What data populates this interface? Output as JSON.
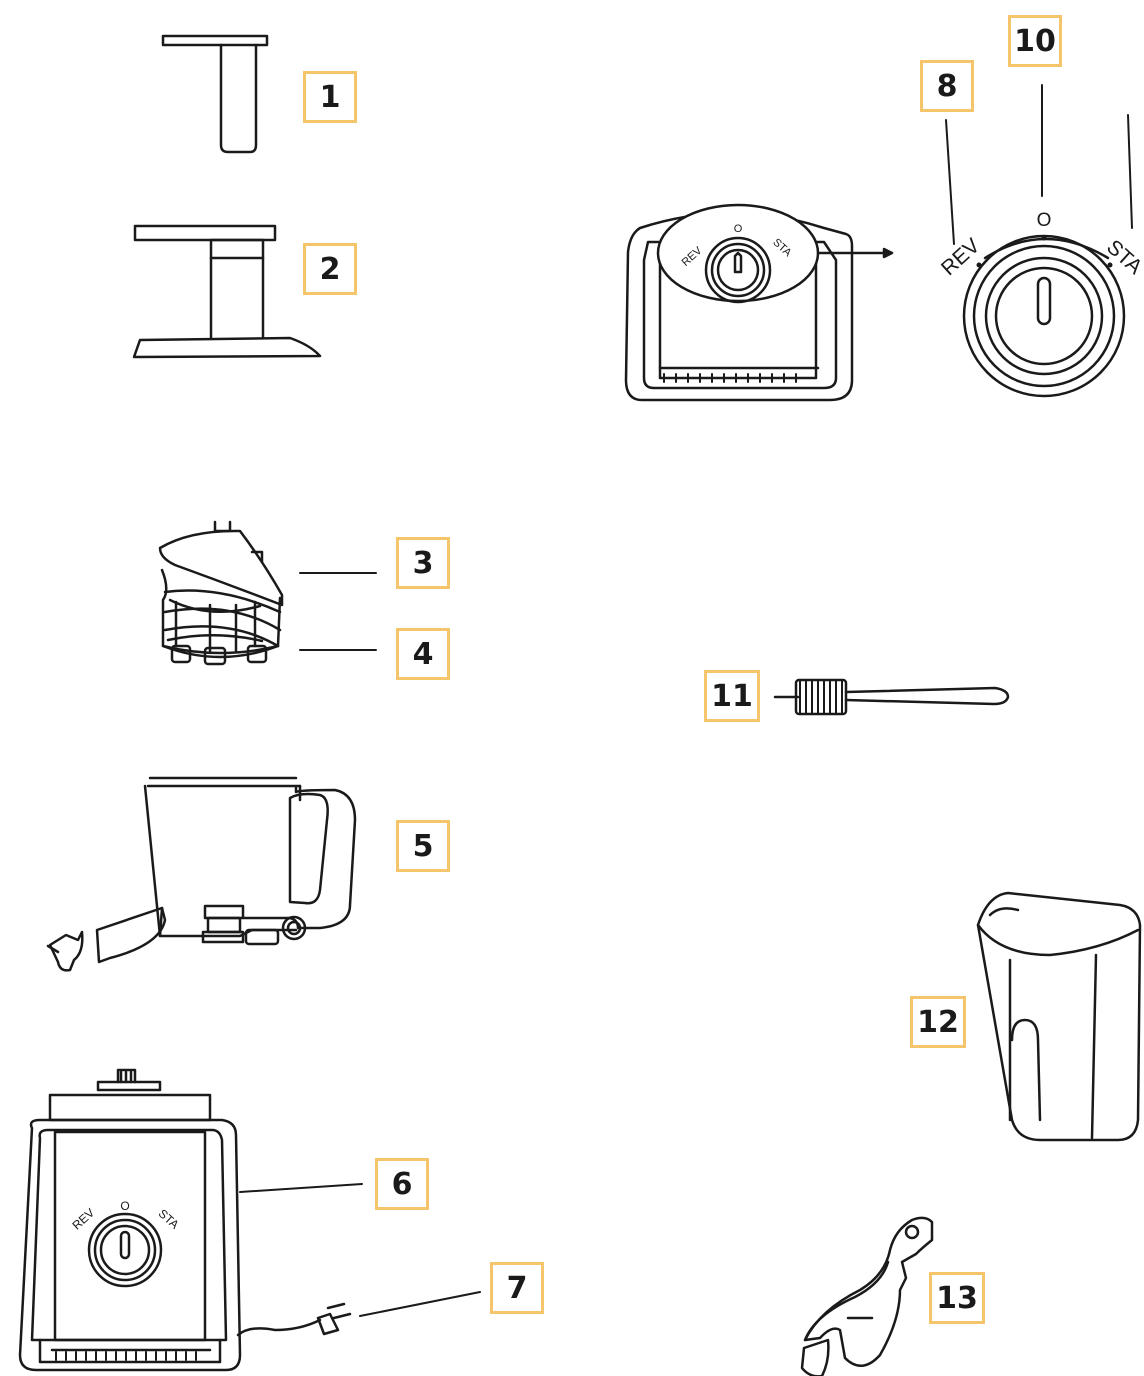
{
  "callouts": [
    {
      "id": "1",
      "label": "1"
    },
    {
      "id": "2",
      "label": "2"
    },
    {
      "id": "3",
      "label": "3"
    },
    {
      "id": "4",
      "label": "4"
    },
    {
      "id": "5",
      "label": "5"
    },
    {
      "id": "6",
      "label": "6"
    },
    {
      "id": "7",
      "label": "7"
    },
    {
      "id": "8",
      "label": "8"
    },
    {
      "id": "10",
      "label": "10"
    },
    {
      "id": "11",
      "label": "11"
    },
    {
      "id": "12",
      "label": "12"
    },
    {
      "id": "13",
      "label": "13"
    }
  ],
  "dial": {
    "rev": "REV",
    "off": "O",
    "sta": "STA"
  },
  "colors": {
    "callout_border": "#f4c56b",
    "line": "#1a1a1a"
  }
}
